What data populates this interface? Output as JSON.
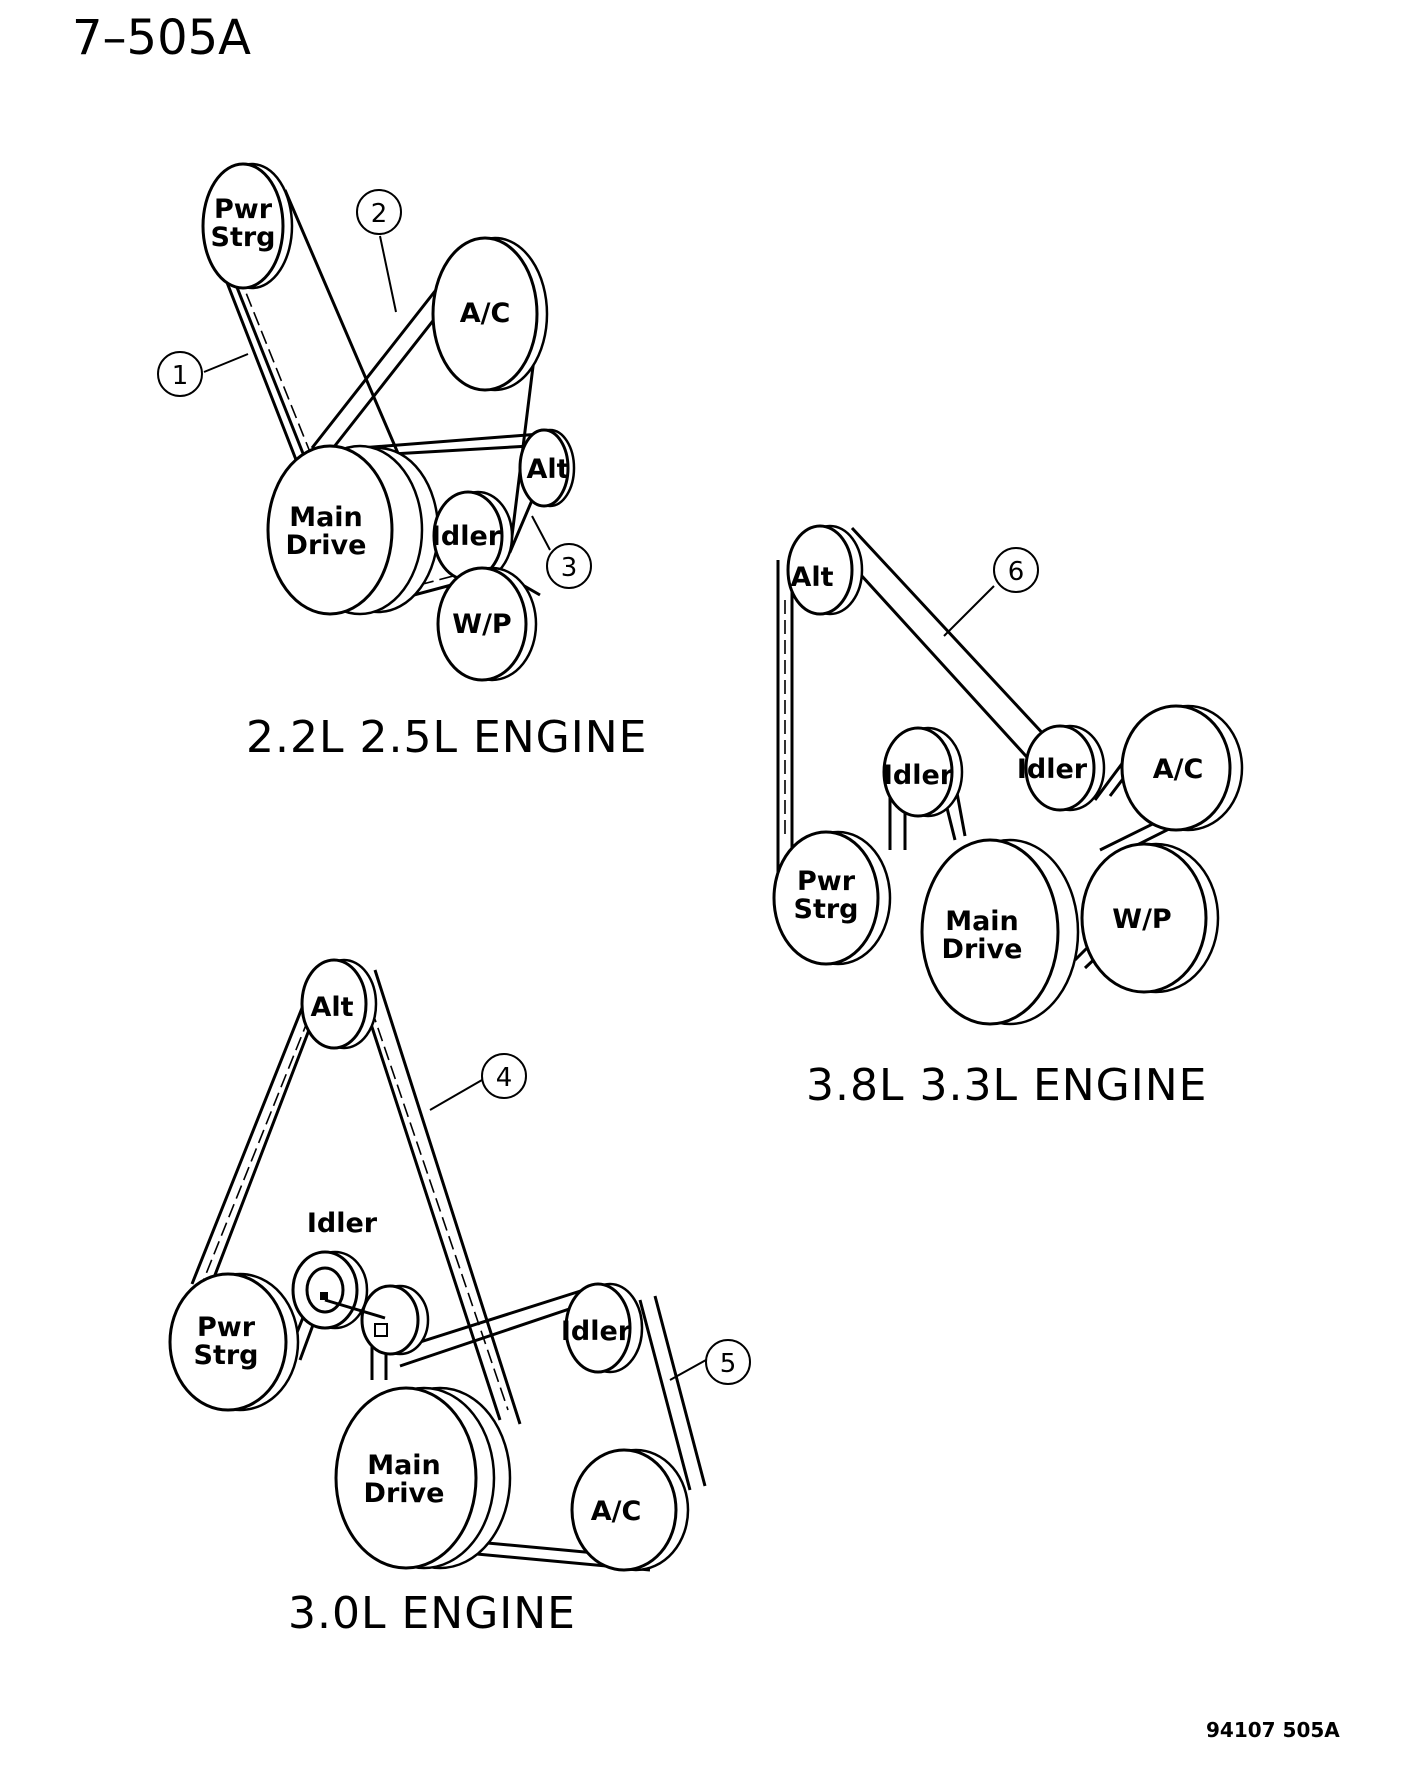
{
  "page_id": "7–505A",
  "reference_code": "94107  505A",
  "diagrams": [
    {
      "caption": "2.2L  2.5L ENGINE",
      "pulleys": {
        "pwr_strg": "Pwr\nStrg",
        "ac": "A/C",
        "alt": "Alt",
        "main_drive": "Main\nDrive",
        "idler": "Idler",
        "wp": "W/P"
      },
      "callouts": [
        "1",
        "2",
        "3"
      ]
    },
    {
      "caption": "3.8L  3.3L ENGINE",
      "pulleys": {
        "alt": "Alt",
        "idler_top": "Idler",
        "idler_left": "Idler",
        "ac": "A/C",
        "pwr_strg": "Pwr\nStrg",
        "main_drive": "Main\nDrive",
        "wp": "W/P"
      },
      "callouts": [
        "6"
      ]
    },
    {
      "caption": "3.0L  ENGINE",
      "pulleys": {
        "alt": "Alt",
        "idler_label": "Idler",
        "pwr_strg": "Pwr\nStrg",
        "main_drive": "Main\nDrive",
        "idler_right": "Idler",
        "ac": "A/C"
      },
      "callouts": [
        "4",
        "5"
      ]
    }
  ]
}
